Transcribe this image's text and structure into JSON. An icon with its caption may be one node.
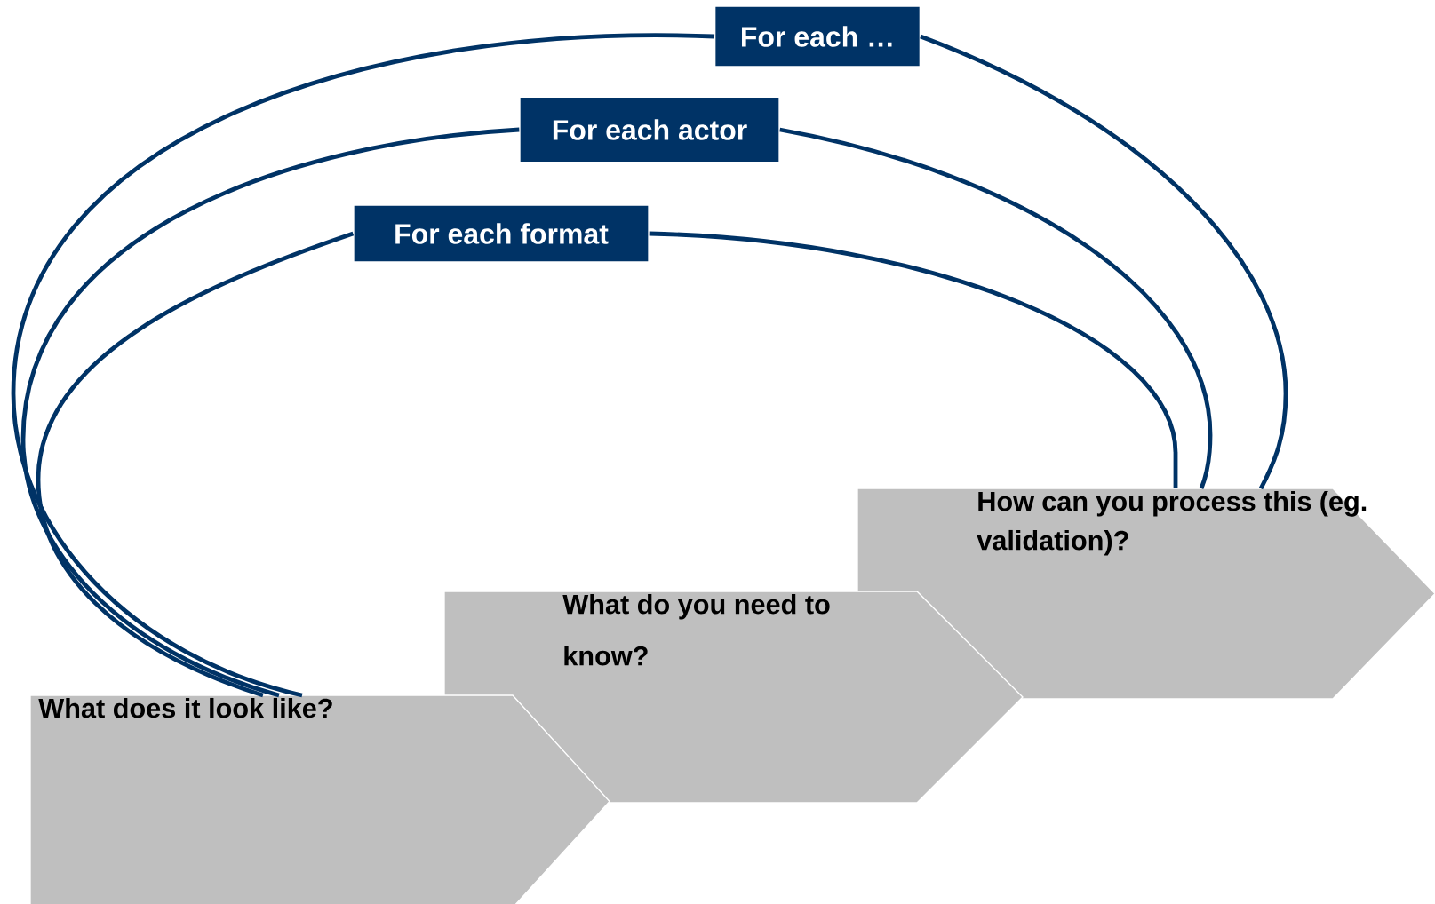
{
  "diagram": {
    "nodes": [
      {
        "text": [
          "For each …"
        ]
      },
      {
        "text": [
          "For each actor"
        ]
      },
      {
        "text": [
          "For each format"
        ]
      },
      {
        "text": [
          "How can you process this (eg. validation)?"
        ]
      },
      {
        "text": [
          "What do you need to know?"
        ]
      },
      {
        "text": [
          "What does it look like?"
        ]
      }
    ],
    "edges": [
      {
        "from": 5,
        "to": 0,
        "arrow": "none"
      },
      {
        "from": 0,
        "to": 3,
        "arrow": "none"
      },
      {
        "from": 5,
        "to": 1,
        "arrow": "none"
      },
      {
        "from": 1,
        "to": 3,
        "arrow": "none"
      },
      {
        "from": 5,
        "to": 2,
        "arrow": "none"
      },
      {
        "from": 2,
        "to": 3,
        "arrow": "none"
      }
    ]
  }
}
